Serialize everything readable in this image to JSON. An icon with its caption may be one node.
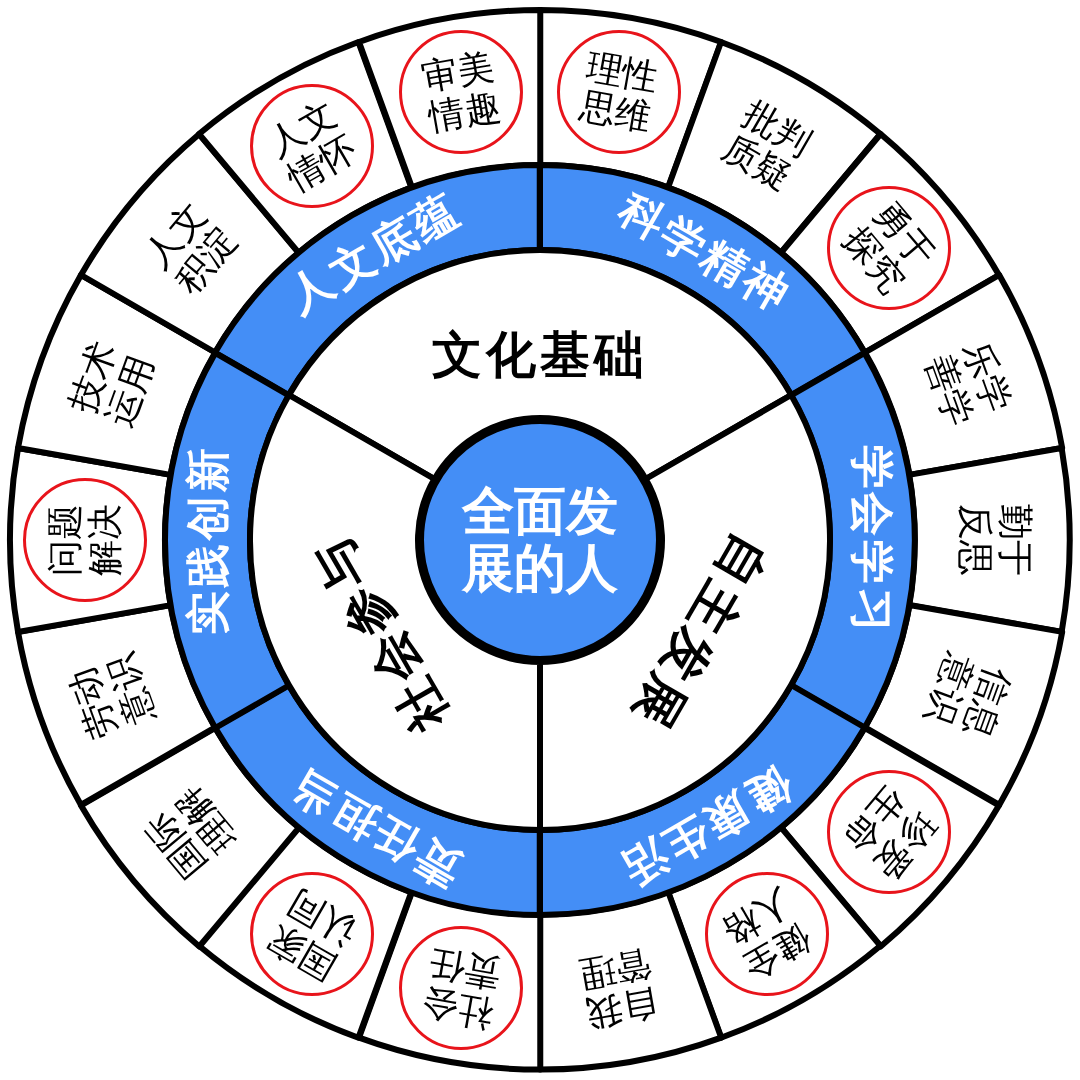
{
  "diagram": {
    "nodes": [
      {
        "text": [
          "全面发展的人"
        ]
      },
      {
        "text": [
          "文化基础"
        ]
      },
      {
        "text": [
          "自主发展"
        ]
      },
      {
        "text": [
          "社会参与"
        ]
      },
      {
        "text": [
          "人文底蕴"
        ]
      },
      {
        "text": [
          "科学精神"
        ]
      },
      {
        "text": [
          "学会学习"
        ]
      },
      {
        "text": [
          "健康生活"
        ]
      },
      {
        "text": [
          "责任担当"
        ]
      },
      {
        "text": [
          "实践创新"
        ]
      },
      {
        "text": [],
        "shape": "sector"
      },
      {
        "text": [
          "理性思维"
        ],
        "in": 10
      },
      {
        "text": [
          "批判质疑"
        ]
      },
      {
        "text": [],
        "shape": "sector"
      },
      {
        "text": [
          "勇于探究"
        ],
        "in": 13
      },
      {
        "text": [
          "乐学善学"
        ]
      },
      {
        "text": [
          "勤于反思"
        ]
      },
      {
        "text": [
          "信息意识"
        ]
      },
      {
        "text": [],
        "shape": "sector"
      },
      {
        "text": [
          "珍爱生命"
        ],
        "in": 18
      },
      {
        "text": [],
        "shape": "sector"
      },
      {
        "text": [
          "健全人格"
        ],
        "in": 20
      },
      {
        "text": [
          "自我管理"
        ]
      },
      {
        "text": [],
        "shape": "sector"
      },
      {
        "text": [
          "社会责任"
        ],
        "in": 23
      },
      {
        "text": [],
        "shape": "sector"
      },
      {
        "text": [
          "国家认同"
        ],
        "in": 25
      },
      {
        "text": [
          "国际理解"
        ]
      },
      {
        "text": [
          "劳动意识"
        ]
      },
      {
        "text": [],
        "shape": "sector"
      },
      {
        "text": [
          "问题解决"
        ],
        "in": 29
      },
      {
        "text": [
          "技术运用"
        ]
      },
      {
        "text": [
          "人文积淀"
        ]
      },
      {
        "text": [],
        "shape": "sector"
      },
      {
        "text": [
          "人文情怀"
        ],
        "in": 33
      },
      {
        "text": [],
        "shape": "sector"
      },
      {
        "text": [
          "审美情趣"
        ],
        "in": 35
      }
    ]
  }
}
